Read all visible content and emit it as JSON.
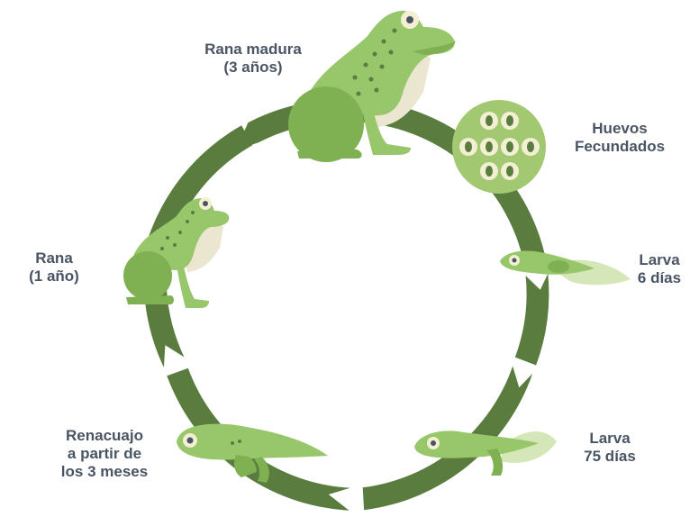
{
  "stages": [
    {
      "line1": "Rana madura",
      "line2": "(3 años)"
    },
    {
      "line1": "Huevos",
      "line2": "Fecundados"
    },
    {
      "line1": "Larva",
      "line2": "6 días"
    },
    {
      "line1": "Larva",
      "line2": "75 días"
    },
    {
      "line1": "Renacuajo",
      "line2": "a partir de",
      "line3": "los 3 meses"
    },
    {
      "line1": "Rana",
      "line2": "(1 año)"
    }
  ],
  "colors": {
    "ring": "#5a7d3f",
    "frog_light": "#98c66b",
    "frog_mid": "#7fb152",
    "frog_belly": "#ebe6cf",
    "egg_disk": "#a3c872",
    "egg_fill": "#f3efd2",
    "egg_yolk": "#5a7d3f",
    "tail_fin": "#d5e7b8",
    "label_text": "#4a5563"
  }
}
